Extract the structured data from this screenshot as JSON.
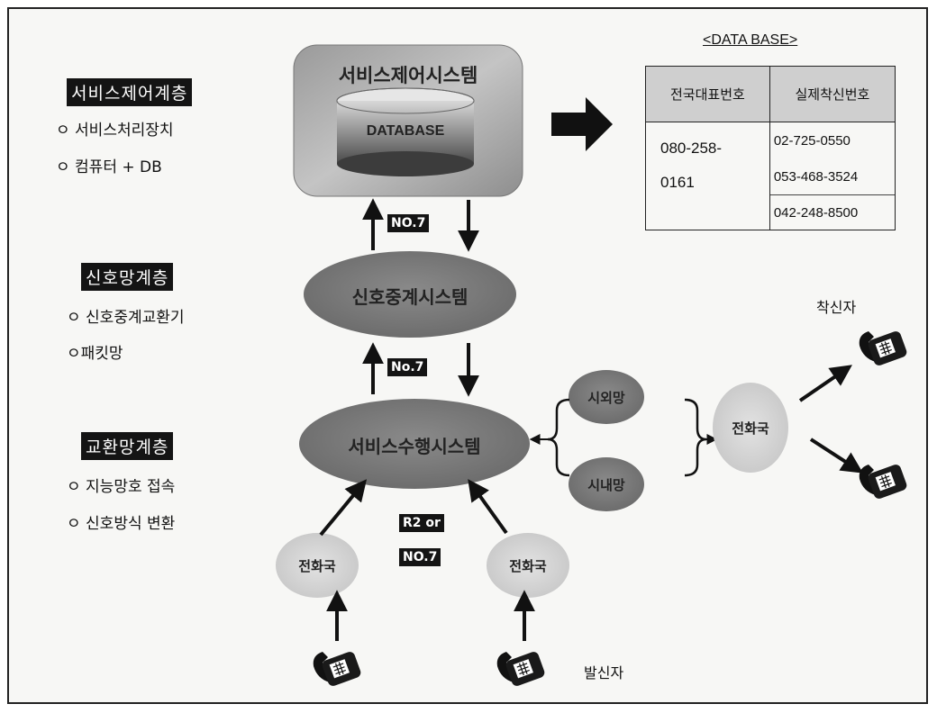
{
  "layers": [
    {
      "title": "서비스제어계층",
      "items": [
        "ㅇ 서비스처리장치",
        "ㅇ 컴퓨터 + DB"
      ]
    },
    {
      "title": "신호망계층",
      "items": [
        "ㅇ 신호중계교환기",
        "ㅇ패킷망"
      ]
    },
    {
      "title": "교환망계층",
      "items": [
        "ㅇ 지능망호 접속",
        "ㅇ 신호방식 변환"
      ]
    }
  ],
  "nodes": {
    "service_control": "서비스제어시스템",
    "database": "DATABASE",
    "signal_relay": "신호중계시스템",
    "service_exec": "서비스수행시스템",
    "long_distance": "시외망",
    "local": "시내망",
    "phone_office_left": "전화국",
    "phone_office_center": "전화국",
    "phone_office_right": "전화국"
  },
  "links": {
    "no7_upper": "NO.7",
    "no7_middle": "No.7",
    "r2_or": "R2 or",
    "no7_lower": "NO.7"
  },
  "people": {
    "callee": "착신자",
    "caller": "발신자"
  },
  "database_table": {
    "title": "<DATA BASE>",
    "headers": [
      "전국대표번호",
      "실제착신번호"
    ],
    "representative_number": [
      "080-258-",
      "0161"
    ],
    "actual_numbers": [
      "02-725-0550",
      "053-468-3524",
      "042-248-8500"
    ]
  }
}
